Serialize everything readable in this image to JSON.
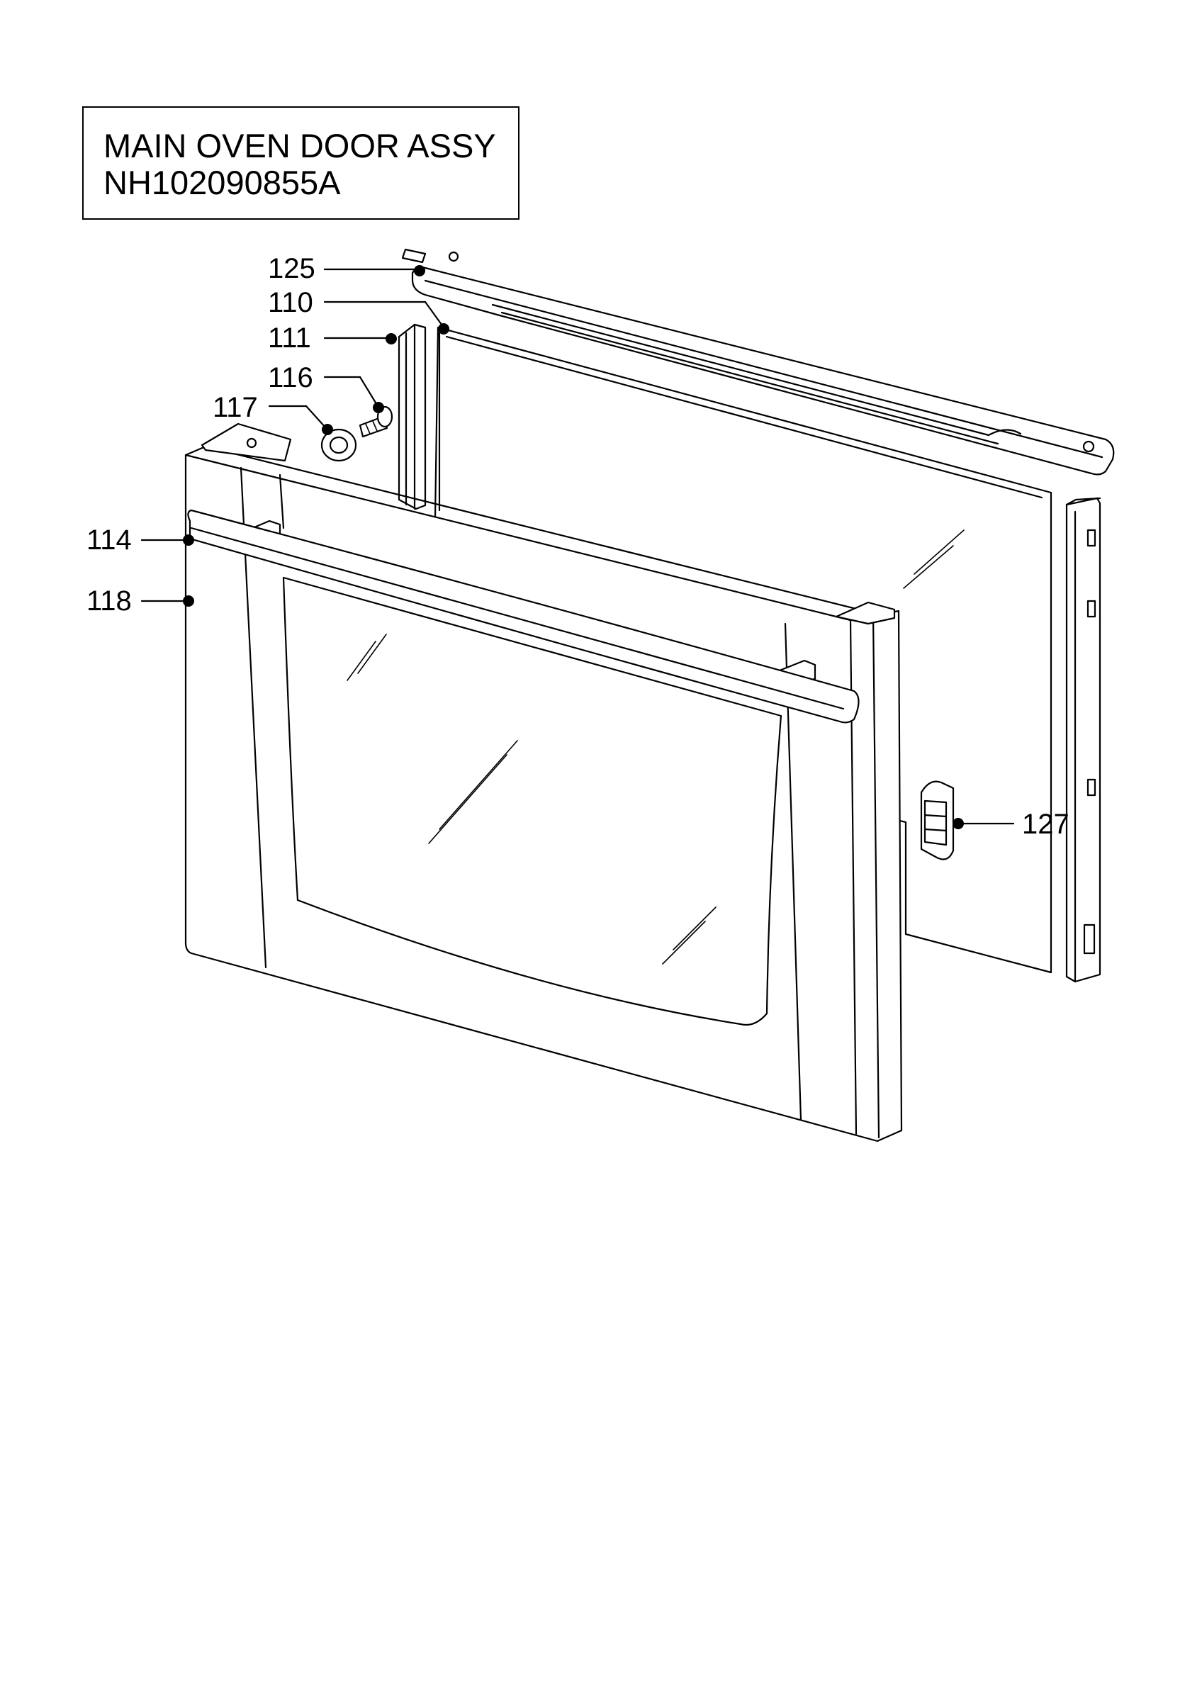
{
  "title": {
    "line1": "MAIN OVEN DOOR ASSY",
    "line2": "NH102090855A"
  },
  "callouts": [
    {
      "id": "125",
      "label": "125"
    },
    {
      "id": "110",
      "label": "110"
    },
    {
      "id": "111",
      "label": "111"
    },
    {
      "id": "116",
      "label": "116"
    },
    {
      "id": "117",
      "label": "117"
    },
    {
      "id": "114",
      "label": "114"
    },
    {
      "id": "118",
      "label": "118"
    },
    {
      "id": "127",
      "label": "127"
    }
  ],
  "colors": {
    "line": "#000000",
    "background": "#ffffff"
  }
}
